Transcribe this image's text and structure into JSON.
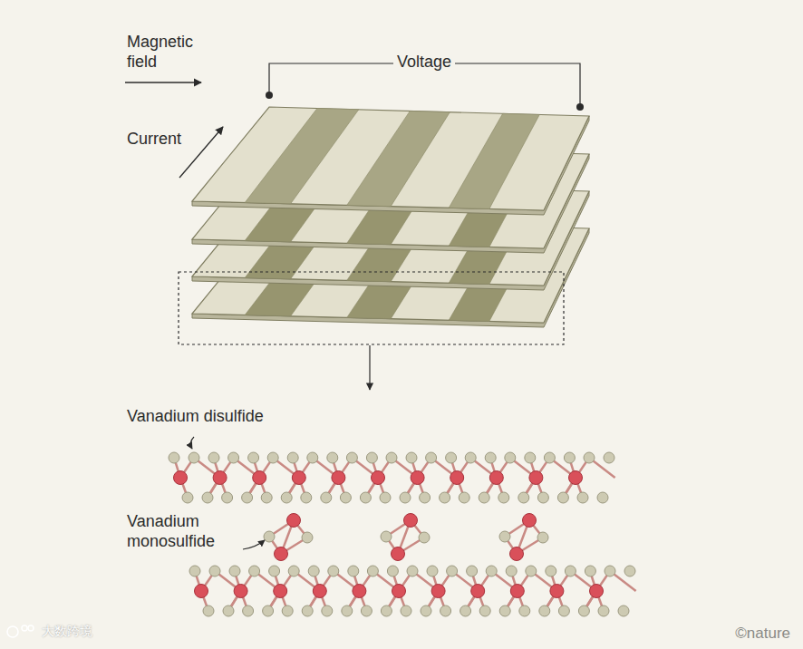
{
  "diagram": {
    "labels": [
      "Magnetic field",
      "Voltage",
      "Current",
      "Vanadium disulfide",
      "Vanadium monosulfide",
      "大数跨境",
      "©nature"
    ]
  }
}
